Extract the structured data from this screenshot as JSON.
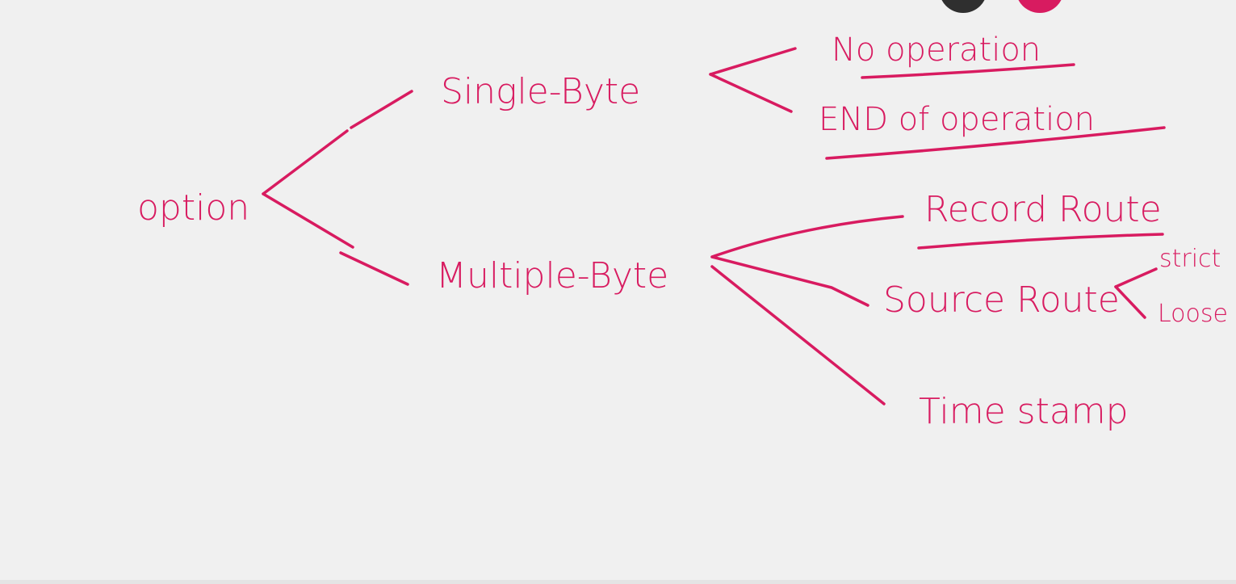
{
  "colors": {
    "ink": "#d81b60",
    "background": "#f0f0f0",
    "tool_dark": "#2f2f2f",
    "tool_pink": "#d81b60"
  },
  "toolbar": {
    "tools": [
      {
        "name": "black-pen-icon"
      },
      {
        "name": "pink-pen-icon"
      }
    ]
  },
  "diagram": {
    "root": "option",
    "single_byte": "Single-Byte",
    "multiple_byte": "Multiple-Byte",
    "no_operation": "No operation",
    "end_of_operation": "END of operation",
    "record_route": "Record Route",
    "source_route": "Source Route",
    "strict": "strict",
    "loose": "Loose",
    "time_stamp": "Time stamp"
  }
}
